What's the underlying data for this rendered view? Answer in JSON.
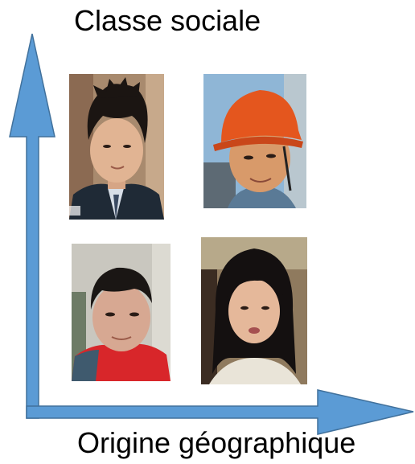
{
  "diagram": {
    "y_axis_label": "Classe sociale",
    "x_axis_label": "Origine géographique",
    "arrow_color": "#5b9bd5",
    "arrow_outline": "#41719c"
  },
  "photos": [
    {
      "position": "top-left",
      "subject": "man in dark suit and tie"
    },
    {
      "position": "top-right",
      "subject": "worker in orange hard hat"
    },
    {
      "position": "bottom-left",
      "subject": "young man in red shirt"
    },
    {
      "position": "bottom-right",
      "subject": "young woman with long black hair"
    }
  ]
}
